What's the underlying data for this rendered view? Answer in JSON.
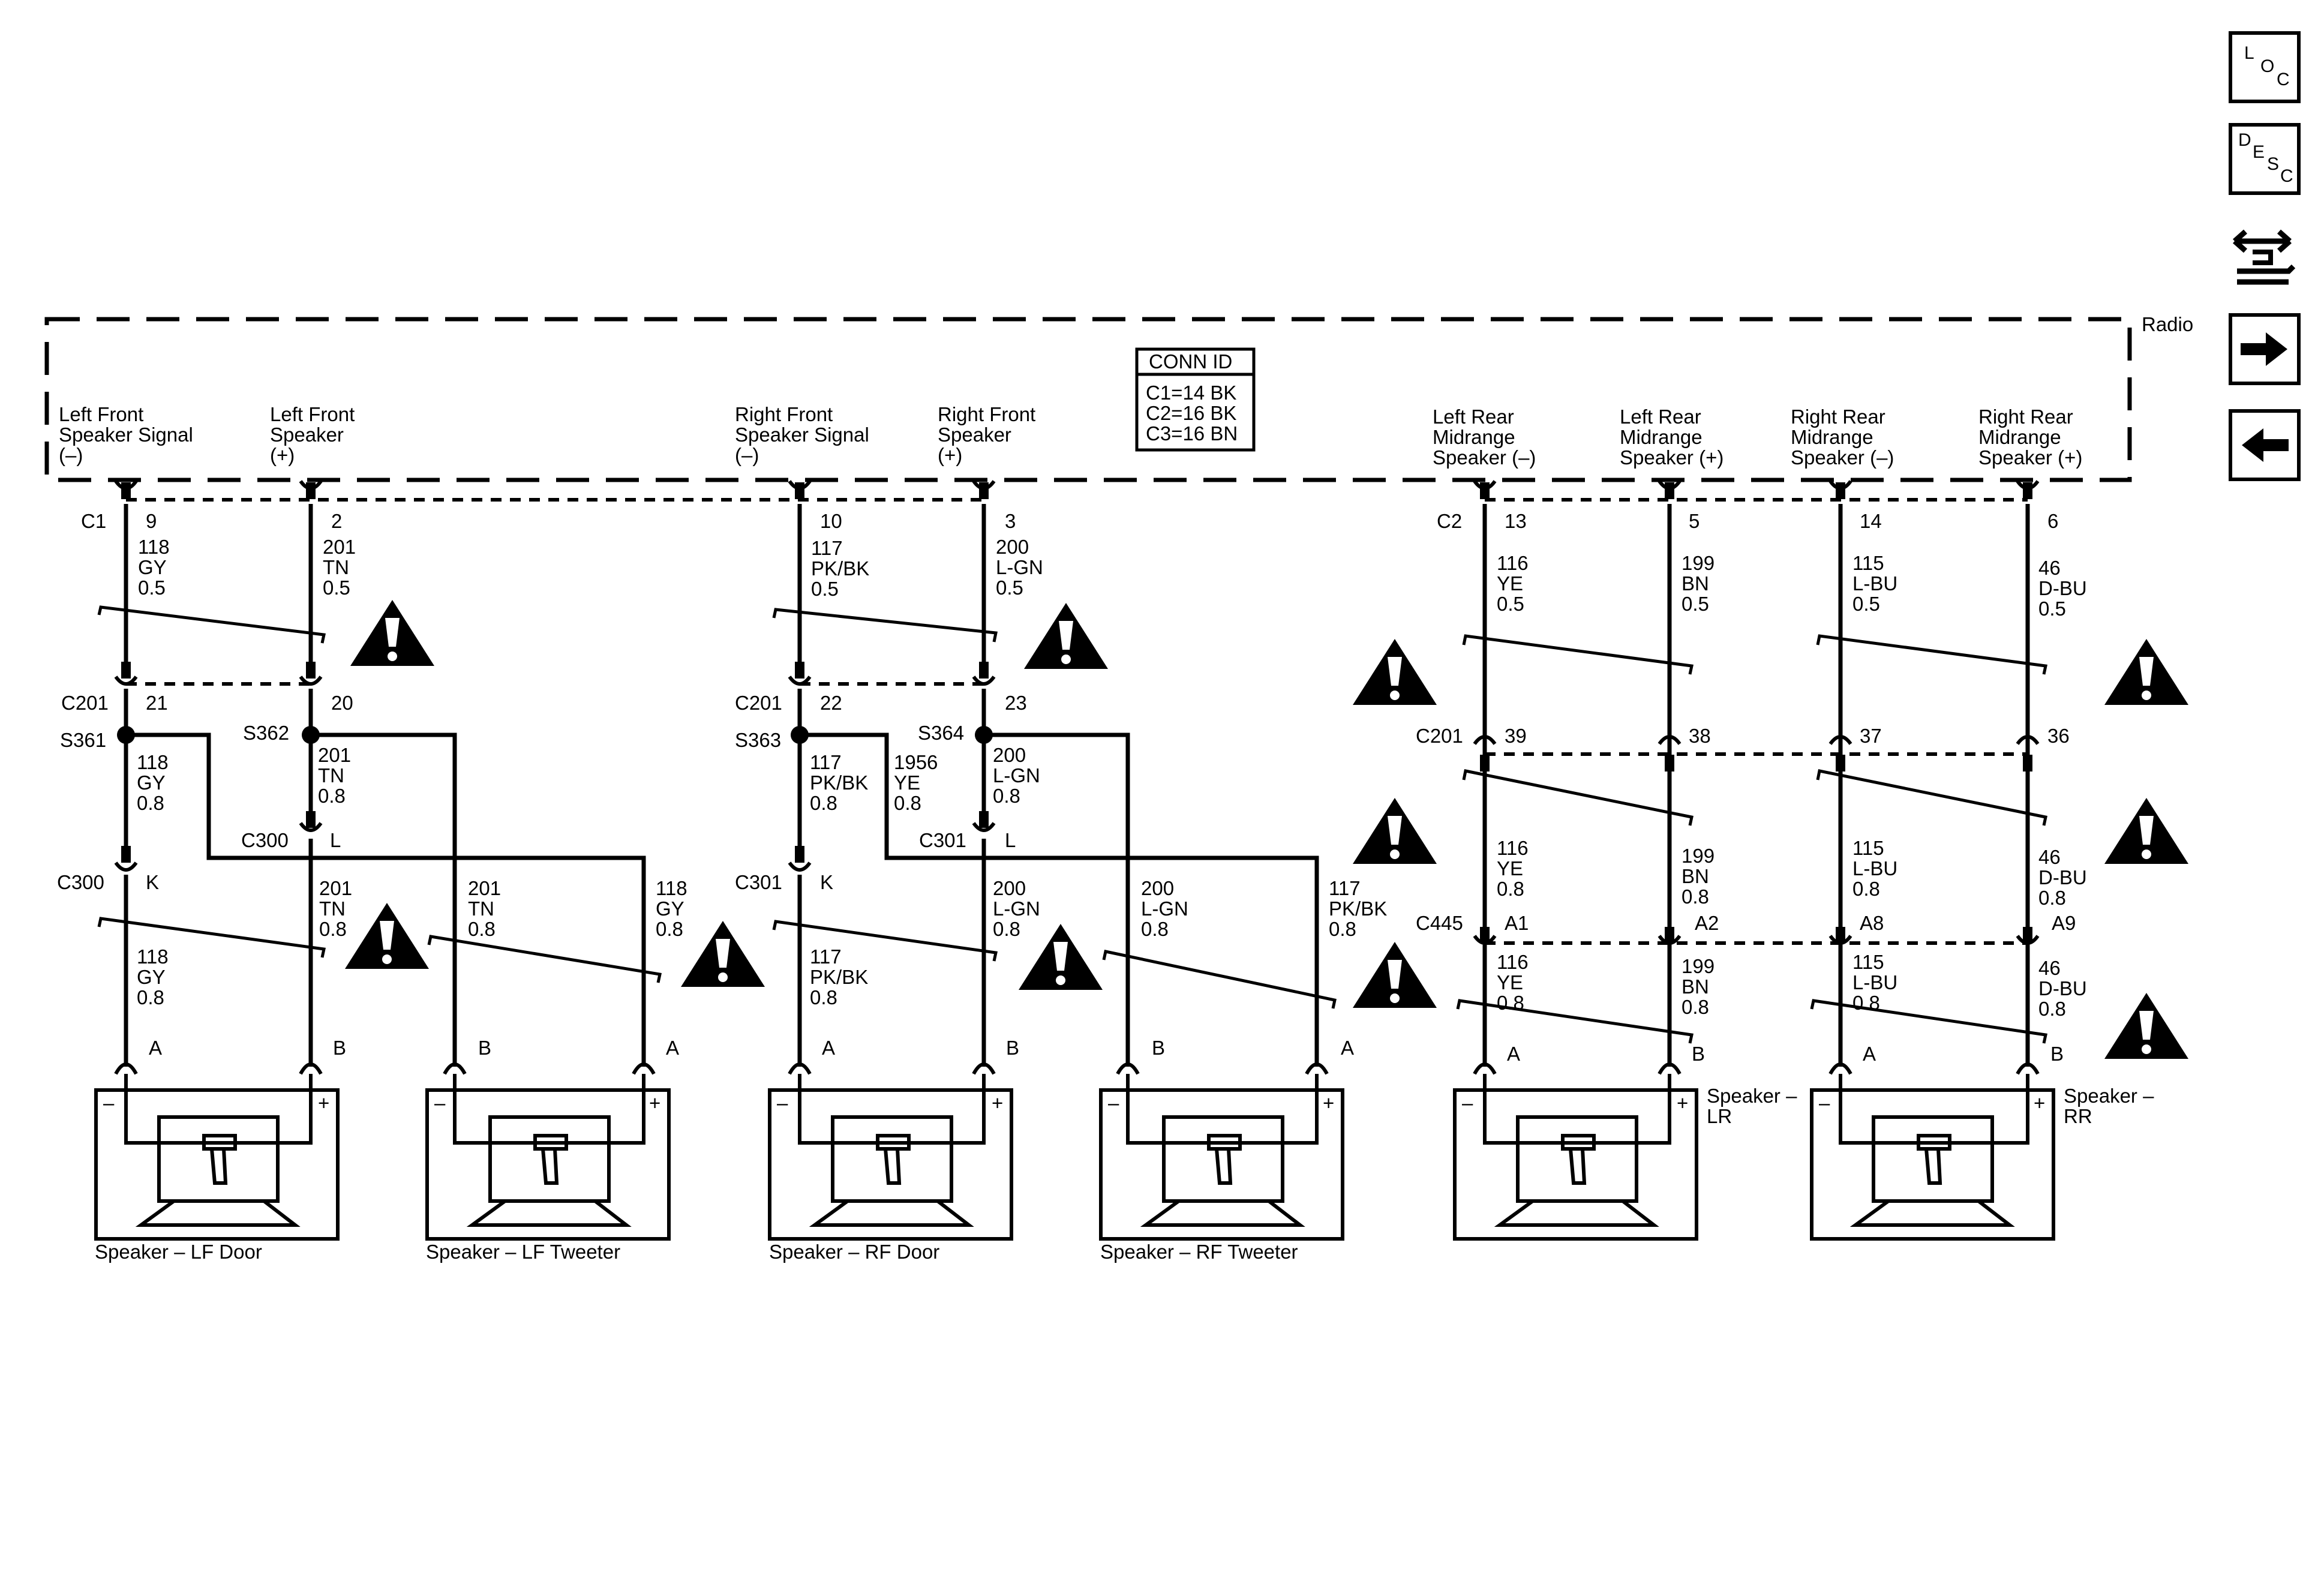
{
  "nav": {
    "loc": [
      "L",
      "O",
      "C"
    ],
    "desc": [
      "D",
      "E",
      "S",
      "C"
    ]
  },
  "radio": {
    "name": "Radio",
    "conn_id": {
      "title": "CONN ID",
      "lines": [
        "C1=14 BK",
        "C2=16 BK",
        "C3=16 BN"
      ]
    }
  },
  "circuits": [
    {
      "terminal": [
        "Left Front",
        "Speaker Signal",
        "(–)"
      ],
      "pin": "9",
      "wire_top": [
        "118",
        "GY",
        "0.5"
      ],
      "inline_pin": "21"
    },
    {
      "terminal": [
        "Left Front",
        "Speaker",
        "(+)"
      ],
      "pin": "2",
      "wire_top": [
        "201",
        "TN",
        "0.5"
      ],
      "inline_pin": "20"
    },
    {
      "terminal": [
        "Right Front",
        "Speaker Signal",
        "(–)"
      ],
      "pin": "10",
      "wire_top": [
        "117",
        "PK/BK",
        "0.5"
      ],
      "inline_pin": "22"
    },
    {
      "terminal": [
        "Right Front",
        "Speaker",
        "(+)"
      ],
      "pin": "3",
      "wire_top": [
        "200",
        "L-GN",
        "0.5"
      ],
      "inline_pin": "23"
    },
    {
      "terminal": [
        "Left Rear",
        "Midrange",
        "Speaker (–)"
      ],
      "pin": "13",
      "wire_top": [
        "116",
        "YE",
        "0.5"
      ],
      "inline_pin": "39",
      "wire_mid": [
        "116",
        "YE",
        "0.8"
      ],
      "c445_pin": "A1",
      "wire_low": [
        "116",
        "YE",
        "0.8"
      ],
      "spk_pin": "A"
    },
    {
      "terminal": [
        "Left Rear",
        "Midrange",
        "Speaker (+)"
      ],
      "pin": "5",
      "wire_top": [
        "199",
        "BN",
        "0.5"
      ],
      "inline_pin": "38",
      "wire_mid": [
        "199",
        "BN",
        "0.8"
      ],
      "c445_pin": "A2",
      "wire_low": [
        "199",
        "BN",
        "0.8"
      ],
      "spk_pin": "B"
    },
    {
      "terminal": [
        "Right Rear",
        "Midrange",
        "Speaker (–)"
      ],
      "pin": "14",
      "wire_top": [
        "115",
        "L-BU",
        "0.5"
      ],
      "inline_pin": "37",
      "wire_mid": [
        "115",
        "L-BU",
        "0.8"
      ],
      "c445_pin": "A8",
      "wire_low": [
        "115",
        "L-BU",
        "0.8"
      ],
      "spk_pin": "A"
    },
    {
      "terminal": [
        "Right Rear",
        "Midrange",
        "Speaker (+)"
      ],
      "pin": "6",
      "wire_top": [
        "46",
        "D-BU",
        "0.5"
      ],
      "inline_pin": "36",
      "wire_mid": [
        "46",
        "D-BU",
        "0.8"
      ],
      "c445_pin": "A9",
      "wire_low": [
        "46",
        "D-BU",
        "0.8"
      ],
      "spk_pin": "B"
    }
  ],
  "connectors": {
    "c1": "C1",
    "c2": "C2",
    "c201": "C201",
    "c300": "C300",
    "c301": "C301",
    "c445": "C445",
    "s361": "S361",
    "s362": "S362",
    "s363": "S363",
    "s364": "S364",
    "c300_top_pin": "L",
    "c300_bottom_pin": "K",
    "c301_top_pin": "L",
    "c301_bottom_pin": "K"
  },
  "front_wires": {
    "s361_down": [
      "118",
      "GY",
      "0.8"
    ],
    "s362_down": [
      "201",
      "TN",
      "0.8"
    ],
    "s363_down": [
      "117",
      "PK/BK",
      "0.8"
    ],
    "s363_branch": [
      "1956",
      "YE",
      "0.8"
    ],
    "s364_down": [
      "200",
      "L-GN",
      "0.8"
    ],
    "lf_door_neg": [
      "118",
      "GY",
      "0.8"
    ],
    "lf_door_pos": [
      "201",
      "TN",
      "0.8"
    ],
    "lf_tw_pos": [
      "201",
      "TN",
      "0.8"
    ],
    "lf_tw_neg": [
      "118",
      "GY",
      "0.8"
    ],
    "rf_door_neg": [
      "117",
      "PK/BK",
      "0.8"
    ],
    "rf_door_pos": [
      "200",
      "L-GN",
      "0.8"
    ],
    "rf_tw_pos": [
      "200",
      "L-GN",
      "0.8"
    ],
    "rf_tw_neg": [
      "117",
      "PK/BK",
      "0.8"
    ]
  },
  "speakers": [
    {
      "name": "Speaker – LF Door",
      "left_pin": "A",
      "right_pin": "B"
    },
    {
      "name": "Speaker – LF Tweeter",
      "left_pin": "B",
      "right_pin": "A"
    },
    {
      "name": "Speaker – RF Door",
      "left_pin": "A",
      "right_pin": "B"
    },
    {
      "name": "Speaker – RF Tweeter",
      "left_pin": "B",
      "right_pin": "A"
    },
    {
      "name": [
        "Speaker –",
        "LR"
      ],
      "left_pin": "A",
      "right_pin": "B"
    },
    {
      "name": [
        "Speaker –",
        "RR"
      ],
      "left_pin": "A",
      "right_pin": "B"
    }
  ],
  "polarity": {
    "neg": "–",
    "pos": "+"
  },
  "warning_icon": "caution-triangle-icon",
  "colors": {
    "line": "#000000",
    "background": "#ffffff"
  }
}
